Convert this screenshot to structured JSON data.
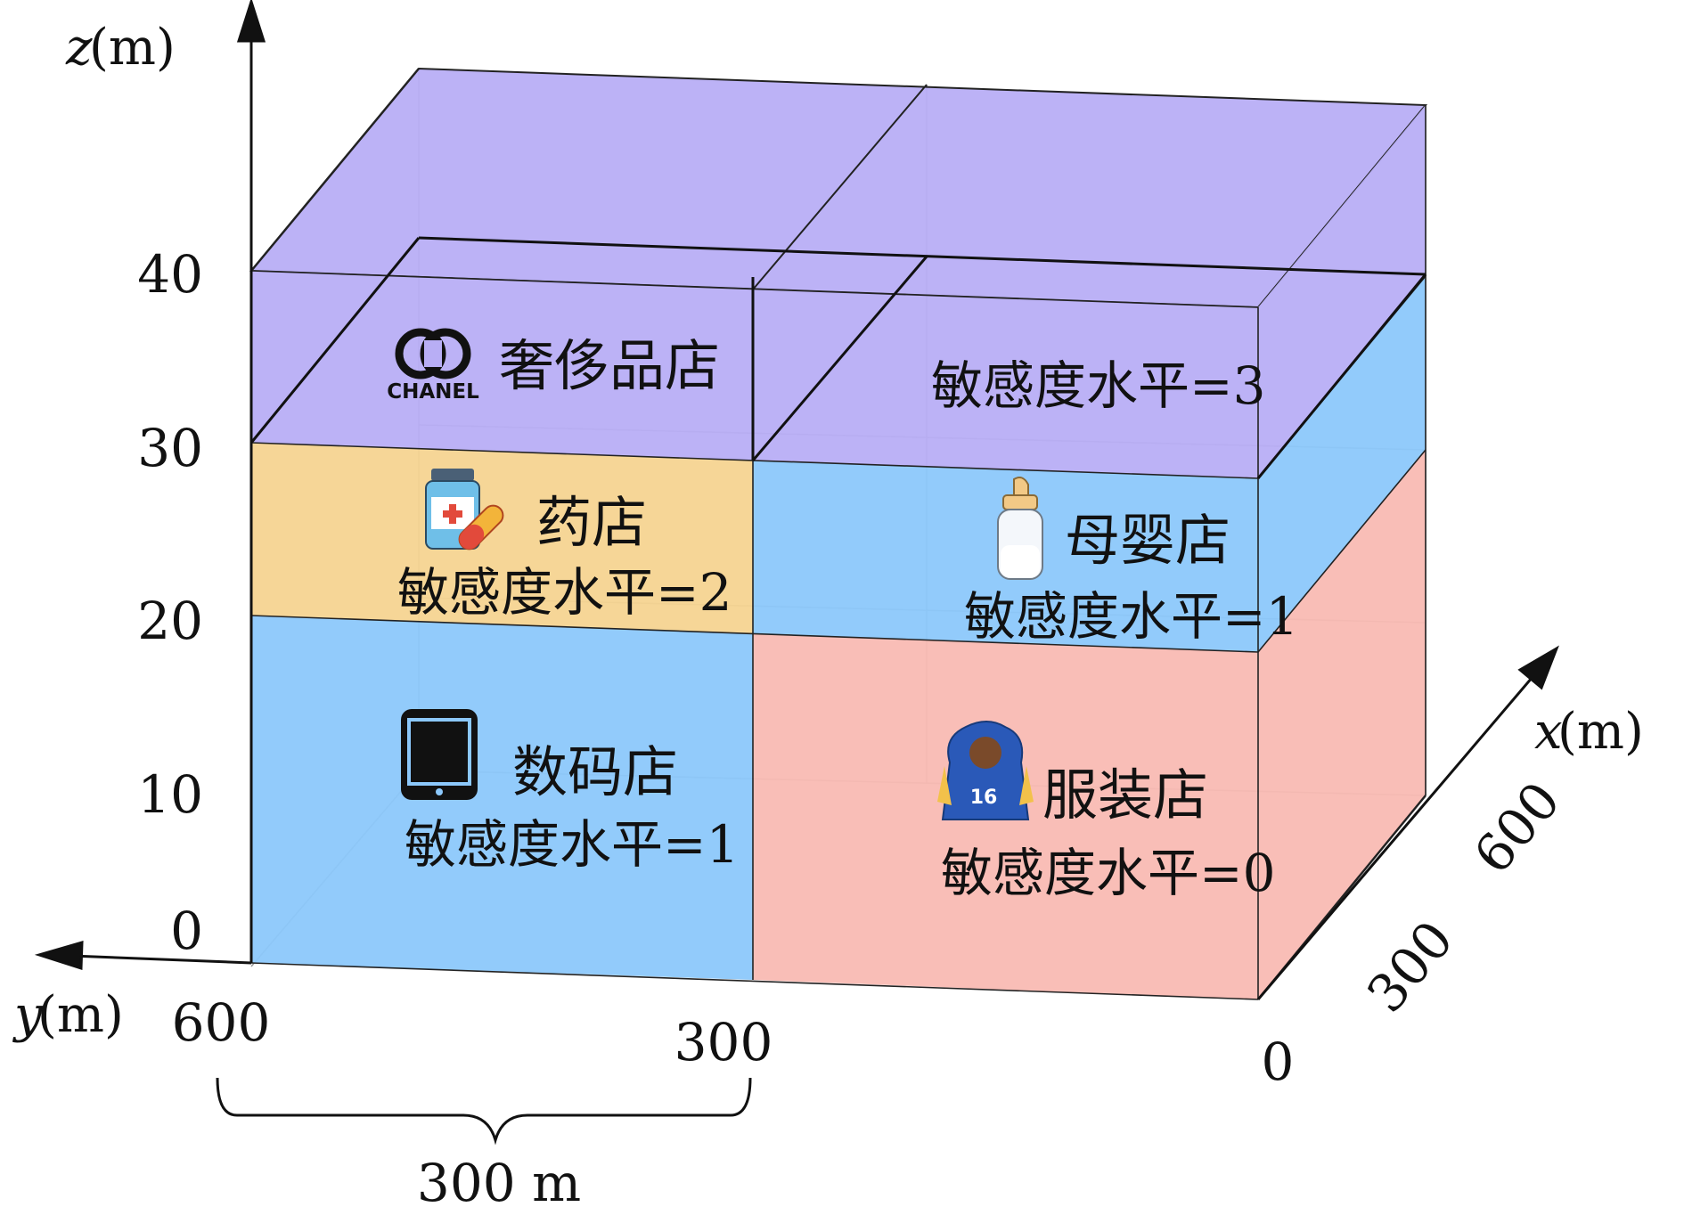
{
  "axes": {
    "z": {
      "var": "z",
      "unit": " (m)",
      "ticks": [
        "0",
        "10",
        "20",
        "30",
        "40"
      ]
    },
    "y": {
      "var": "y",
      "unit": " (m)",
      "ticks": [
        "600",
        "300",
        "0"
      ]
    },
    "x": {
      "var": "x",
      "unit": " (m)",
      "ticks": [
        "300",
        "600"
      ]
    }
  },
  "span_label": "300 m",
  "regions": [
    {
      "name": "奢侈品店",
      "sensitivity": "敏感度水平=3",
      "icon": "chanel-logo-icon",
      "color": "#b8aef5"
    },
    {
      "name": "药店",
      "sensitivity": "敏感度水平=2",
      "icon": "medicine-bottle-icon",
      "color": "#f5d491"
    },
    {
      "name": "母婴店",
      "sensitivity": "敏感度水平=1",
      "icon": "baby-bottle-icon",
      "color": "#8cc8fb"
    },
    {
      "name": "数码店",
      "sensitivity": "敏感度水平=1",
      "icon": "tablet-icon",
      "color": "#8cc8fb"
    },
    {
      "name": "服装店",
      "sensitivity": "敏感度水平=0",
      "icon": "jersey-icon",
      "color": "#f9bbb3"
    }
  ],
  "logo_text": "CHANEL",
  "jersey_number": "16"
}
